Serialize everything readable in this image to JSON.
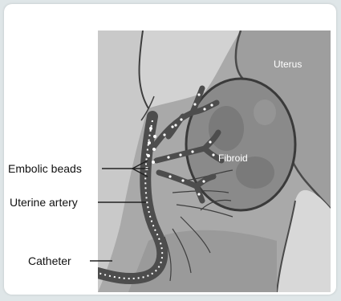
{
  "labels": {
    "embolic_beads": "Embolic beads",
    "uterine_artery": "Uterine artery",
    "catheter": "Catheter",
    "uterus": "Uterus",
    "fibroid": "Fibroid"
  },
  "colors": {
    "background": "#dfe6e8",
    "card": "#ffffff",
    "illustration_bg": "#a9a9a9",
    "artery": "#4d4d4d",
    "fibroid": "#8a8a8a",
    "beads": "#ffffff"
  }
}
